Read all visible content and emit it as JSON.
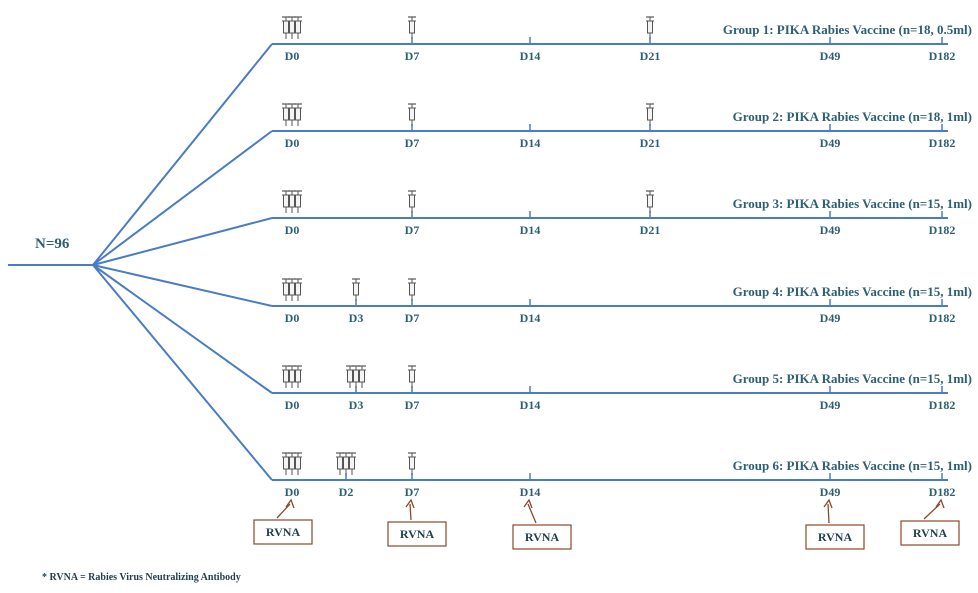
{
  "total_label": "N=96",
  "groups": [
    {
      "label": "Group 1: PIKA Rabies Vaccine (n=18, 0.5ml)",
      "days": [
        "D0",
        "D7",
        "D14",
        "D21",
        "D49",
        "D182"
      ],
      "injections": [
        {
          "day": "D0",
          "count": 3
        },
        {
          "day": "D7",
          "count": 1
        },
        {
          "day": "D21",
          "count": 1
        }
      ]
    },
    {
      "label": "Group 2: PIKA Rabies Vaccine (n=18, 1ml)",
      "days": [
        "D0",
        "D7",
        "D14",
        "D21",
        "D49",
        "D182"
      ],
      "injections": [
        {
          "day": "D0",
          "count": 3
        },
        {
          "day": "D7",
          "count": 1
        },
        {
          "day": "D21",
          "count": 1
        }
      ]
    },
    {
      "label": "Group 3: PIKA Rabies Vaccine (n=15, 1ml)",
      "days": [
        "D0",
        "D7",
        "D14",
        "D21",
        "D49",
        "D182"
      ],
      "injections": [
        {
          "day": "D0",
          "count": 3
        },
        {
          "day": "D7",
          "count": 1
        },
        {
          "day": "D21",
          "count": 1
        }
      ]
    },
    {
      "label": "Group 4: PIKA Rabies Vaccine (n=15, 1ml)",
      "days": [
        "D0",
        "D3",
        "D7",
        "D14",
        "D49",
        "D182"
      ],
      "injections": [
        {
          "day": "D0",
          "count": 3
        },
        {
          "day": "D3",
          "count": 1
        },
        {
          "day": "D7",
          "count": 1
        }
      ]
    },
    {
      "label": "Group 5: PIKA Rabies Vaccine (n=15, 1ml)",
      "days": [
        "D0",
        "D3",
        "D7",
        "D14",
        "D49",
        "D182"
      ],
      "injections": [
        {
          "day": "D0",
          "count": 3
        },
        {
          "day": "D3",
          "count": 3
        },
        {
          "day": "D7",
          "count": 1
        }
      ]
    },
    {
      "label": "Group 6: PIKA Rabies Vaccine (n=15, 1ml)",
      "days": [
        "D0",
        "D2",
        "D7",
        "D14",
        "D49",
        "D182"
      ],
      "injections": [
        {
          "day": "D0",
          "count": 3
        },
        {
          "day": "D2",
          "count": 3
        },
        {
          "day": "D7",
          "count": 1
        }
      ]
    }
  ],
  "rvna_label": "RVNA",
  "rvna_days": [
    "D0",
    "D7",
    "D14",
    "D49",
    "D182"
  ],
  "footnote": "* RVNA = Rabies Virus Neutralizing Antibody"
}
